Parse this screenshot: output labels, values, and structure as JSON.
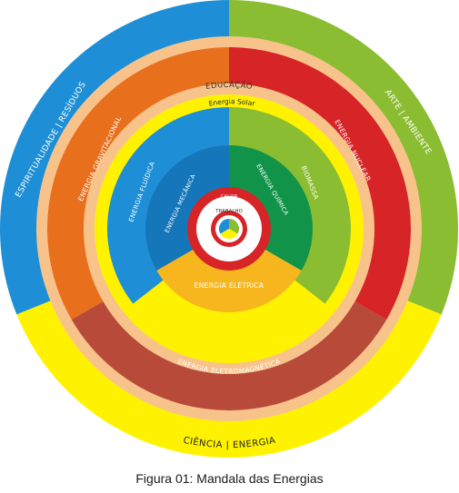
{
  "caption": "Figura 01: Mandala das Energias",
  "colors": {
    "blue": "#1e8fd6",
    "green": "#8bbd32",
    "yellow": "#fff200",
    "peach": "#f7c38b",
    "orange": "#e8701d",
    "red": "#d62427",
    "dark_red": "#b84a39",
    "dark_blue": "#1577ba",
    "dark_green": "#11944a",
    "gold": "#f7b61e"
  },
  "labels": {
    "espiritualidade": "ESPIRITUALIDADE | RESÍDUOS",
    "arte": "ARTE | AMBIENTE",
    "ciencia": "CIÊNCIA | ENERGIA",
    "educacao": "EDUCAÇÃO",
    "gravitacional": "ENERGIA GRAVITACIONAL",
    "nuclear": "ENERGIA NUCLEAR",
    "eletromagnetica": "ENERGIA ELETROMAGNÉTICA",
    "solar": "Energia Solar",
    "fluidica": "ENERGIA FLUÍDICA",
    "biomassa": "BIOMASSA",
    "mecanica": "ENERGIA MECÂNICA",
    "quimica": "ENERGIA QUÍMICA",
    "eletrica": "ENERGIA ELÉTRICA",
    "calor": "CALOR",
    "trabalho": "TRABALHO"
  }
}
